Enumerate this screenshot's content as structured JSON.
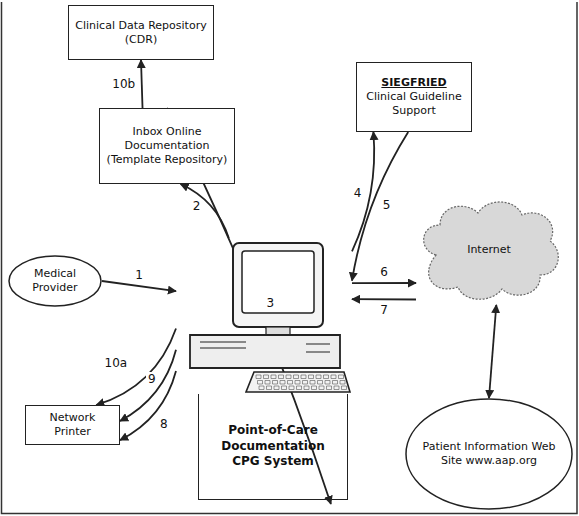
{
  "diagram": {
    "nodes": [
      {
        "text": [
          "Clinical Data Repository (CDR)"
        ]
      },
      {
        "text": [
          "SIEGFRIED",
          "Clinical Guideline Support"
        ]
      },
      {
        "text": [
          "Inbox Online Documentation (Template Repository)"
        ]
      },
      {
        "text": [
          "Medical Provider"
        ]
      },
      {
        "text": [
          "Point-of-Care Documentation CPG System"
        ]
      },
      {
        "text": [
          "Internet"
        ]
      },
      {
        "text": [
          "Network Printer"
        ]
      },
      {
        "text": [
          "Patient Information Web Site www.aap.org"
        ]
      }
    ],
    "edges": [
      {
        "from": 3,
        "to": 4,
        "label": "1",
        "arrow": "to"
      },
      {
        "from": 4,
        "to": 2,
        "label": "2",
        "arrow": "to"
      },
      {
        "from": 2,
        "to": 4,
        "label": "3",
        "arrow": "to"
      },
      {
        "from": 4,
        "to": 1,
        "label": "4",
        "arrow": "to"
      },
      {
        "from": 1,
        "to": 4,
        "label": "5",
        "arrow": "to"
      },
      {
        "from": 4,
        "to": 5,
        "label": "6",
        "arrow": "to"
      },
      {
        "from": 5,
        "to": 4,
        "label": "7",
        "arrow": "to"
      },
      {
        "from": 4,
        "to": 6,
        "label": "8",
        "arrow": "to"
      },
      {
        "from": 4,
        "to": 6,
        "label": "9",
        "arrow": "to"
      },
      {
        "from": 4,
        "to": 6,
        "label": "10a",
        "arrow": "to"
      },
      {
        "from": 2,
        "to": 0,
        "label": "10b",
        "arrow": "to"
      },
      {
        "from": 5,
        "to": 7,
        "arrow": "both"
      }
    ]
  }
}
